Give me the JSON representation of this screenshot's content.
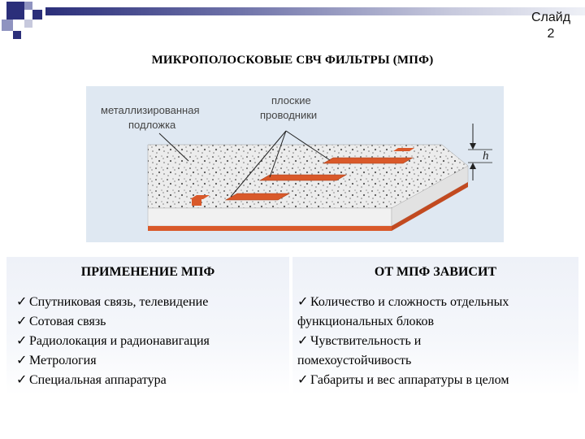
{
  "slide": {
    "label_line1": "Слайд",
    "label_line2": "2"
  },
  "title": "МИКРОПОЛОСКОВЫЕ СВЧ ФИЛЬТРЫ (МПФ)",
  "figure": {
    "label_substrate_line1": "металлизированная",
    "label_substrate_line2": "подложка",
    "label_conductors_line1": "плоские",
    "label_conductors_line2": "проводники",
    "label_h": "h",
    "colors": {
      "background": "#dfe8f2",
      "conductor": "#d9592a",
      "substrate": "#efefef"
    }
  },
  "left_panel": {
    "heading": "ПРИМЕНЕНИЕ МПФ",
    "check_symbol": "✓",
    "items": [
      "Спутниковая связь, телевидение",
      "Сотовая связь",
      "Радиолокация и радионавигация",
      "Метрология",
      "Специальная аппаратура"
    ]
  },
  "right_panel": {
    "heading": "ОТ МПФ ЗАВИСИТ",
    "check_symbol": "✓",
    "lines": [
      "Количество и сложность отдельных",
      "функциональных блоков",
      "Чувствительность и",
      "помехоустойчивость",
      "Габариты и вес аппаратуры в целом"
    ]
  }
}
